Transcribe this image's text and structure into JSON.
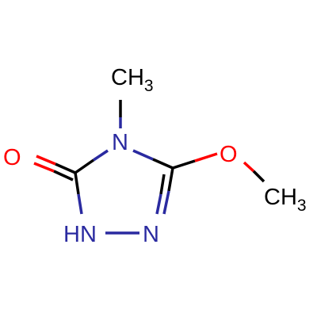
{
  "molecule": {
    "atoms": {
      "methyl_top": {
        "main": "CH",
        "sub": "3"
      },
      "n4": {
        "main": "N"
      },
      "oxygen_carbonyl": {
        "main": "O"
      },
      "oxygen_ether": {
        "main": "O"
      },
      "methyl_right": {
        "main": "CH",
        "sub": "3"
      },
      "nh": {
        "main": "HN"
      },
      "n2": {
        "main": "N"
      }
    }
  },
  "colors": {
    "carbon": "#000000",
    "nitrogen": "#2a2aa0",
    "oxygen": "#ff0000"
  }
}
